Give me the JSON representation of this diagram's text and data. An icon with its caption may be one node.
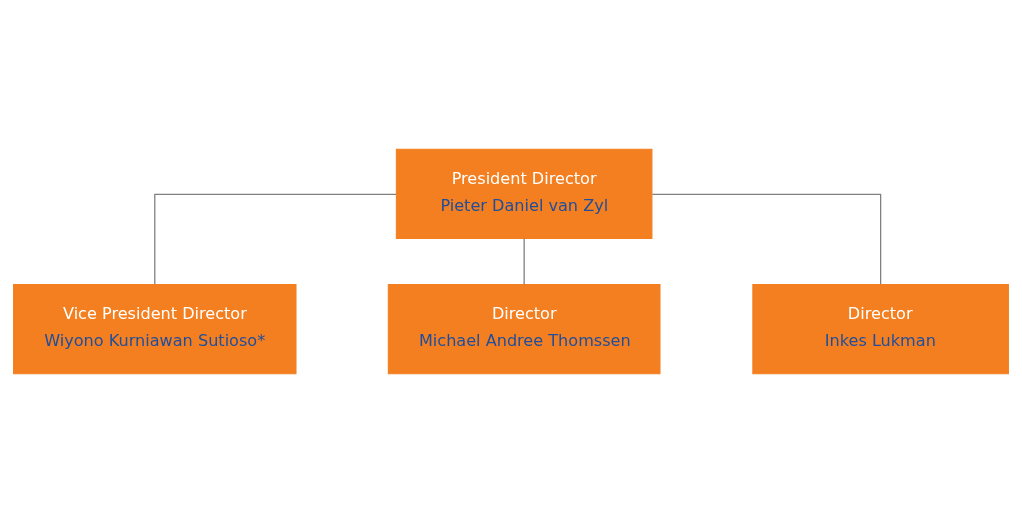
{
  "diagram": {
    "nodes": [
      {
        "text": [
          "President Director",
          "Pieter Daniel van Zyl"
        ]
      },
      {
        "text": [
          "Vice President Director",
          "Wiyono Kurniawan Sutioso*"
        ]
      },
      {
        "text": [
          "Director",
          "Michael Andree Thomssen"
        ]
      },
      {
        "text": [
          "Director",
          "Inkes Lukman"
        ]
      }
    ],
    "edges": [
      {
        "from": 0,
        "to": 1,
        "arrow": "none"
      },
      {
        "from": 0,
        "to": 2,
        "arrow": "none"
      },
      {
        "from": 0,
        "to": 3,
        "arrow": "none"
      }
    ]
  }
}
